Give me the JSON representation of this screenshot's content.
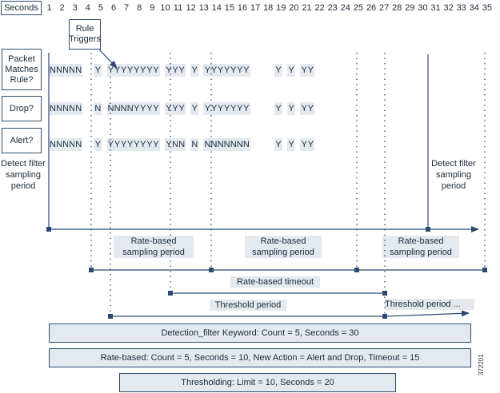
{
  "header": {
    "seconds_label": "Seconds",
    "seconds": [
      "1",
      "2",
      "3",
      "4",
      "5",
      "6",
      "7",
      "8",
      "9",
      "10",
      "11",
      "12",
      "13",
      "14",
      "15",
      "16",
      "17",
      "18",
      "19",
      "20",
      "21",
      "22",
      "23",
      "24",
      "25",
      "26",
      "27",
      "28",
      "29",
      "30",
      "31",
      "32",
      "33",
      "34",
      "35"
    ]
  },
  "callout": {
    "rule_triggers": "Rule Triggers"
  },
  "rows": [
    {
      "label": "Packet Matches Rule?",
      "cells": [
        "N",
        "N",
        "N",
        "N",
        "N",
        "",
        "",
        "Y",
        "",
        "Y",
        "Y",
        "Y",
        "Y",
        "Y",
        "Y",
        "Y",
        "Y",
        "",
        "Y",
        "Y",
        "Y",
        "",
        "Y",
        "",
        "Y",
        "Y",
        "Y",
        "Y",
        "Y",
        "Y",
        "Y",
        "",
        "",
        "",
        "",
        "Y",
        "",
        "Y",
        "",
        "Y",
        "Y"
      ]
    },
    {
      "label": "Drop?",
      "cells": [
        "N",
        "N",
        "N",
        "N",
        "N",
        "",
        "",
        "N",
        "",
        "N",
        "N",
        "N",
        "N",
        "Y",
        "Y",
        "Y",
        "Y",
        "",
        "Y",
        "Y",
        "Y",
        "",
        "Y",
        "",
        "Y",
        "Y",
        "Y",
        "Y",
        "Y",
        "Y",
        "Y",
        "",
        "",
        "",
        "",
        "Y",
        "",
        "Y",
        "",
        "Y",
        "Y"
      ]
    },
    {
      "label": "Alert?",
      "cells": [
        "N",
        "N",
        "N",
        "N",
        "N",
        "",
        "",
        "Y",
        "",
        "Y",
        "Y",
        "Y",
        "Y",
        "Y",
        "Y",
        "Y",
        "Y",
        "",
        "Y",
        "N",
        "N",
        "",
        "N",
        "",
        "N",
        "N",
        "N",
        "N",
        "N",
        "N",
        "N",
        "",
        "",
        "",
        "",
        "Y",
        "",
        "Y",
        "",
        "Y",
        "Y"
      ]
    }
  ],
  "annotations": {
    "detect_left": "Detect filter sampling period",
    "detect_right": "Detect filter sampling period",
    "rate_period_1": "Rate-based sampling period",
    "rate_period_2": "Rate-based sampling period",
    "rate_period_3": "Rate-based sampling period",
    "rate_timeout": "Rate-based timeout",
    "threshold_period": "Threshold period",
    "threshold_period_cont": "Threshold period ..."
  },
  "summary": [
    "Detection_filter Keyword: Count = 5, Seconds = 30",
    "Rate-based:  Count = 5, Seconds = 10, New Action = Alert and Drop, Timeout = 15",
    "Thresholding: Limit = 10, Seconds = 20"
  ],
  "figure_id": "372201",
  "colors": {
    "line": "#2b4a70",
    "cell_bg": "#e4e9f0"
  }
}
